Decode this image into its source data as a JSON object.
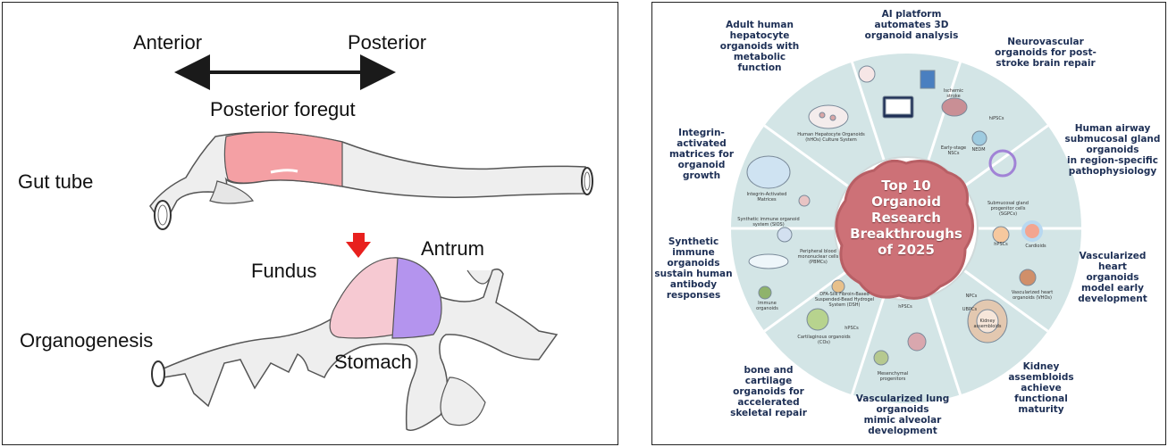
{
  "left_panel": {
    "labels": {
      "anterior": "Anterior",
      "posterior": "Posterior",
      "posterior_foregut": "Posterior foregut",
      "gut_tube": "Gut tube",
      "fundus": "Fundus",
      "antrum": "Antrum",
      "organogenesis": "Organogenesis",
      "stomach": "Stomach"
    },
    "colors": {
      "tube": "#eeeeee",
      "foregut": "#f4a0a4",
      "fundus": "#f6c9d2",
      "antrum": "#b494ee",
      "marker": "#e8201e"
    }
  },
  "right_panel": {
    "center_title": [
      "Top 10",
      "Organoid",
      "Research",
      "Breakthroughs",
      "of 2025"
    ],
    "captions": [
      [
        "Adult human",
        "hepatocyte",
        "organoids with",
        "metabolic",
        "function"
      ],
      [
        "AI platform",
        "automates 3D",
        "organoid analysis"
      ],
      [
        "Neurovascular",
        "organoids for post-",
        "stroke brain repair"
      ],
      [
        "Human airway",
        "submucosal gland",
        "organoids",
        "in region-specific",
        "pathophysiology"
      ],
      [
        "Vascularized",
        "heart",
        "organoids",
        "model early",
        "development"
      ],
      [
        "Kidney",
        "assembloids",
        "achieve",
        "functional",
        "maturity"
      ],
      [
        "Vascularized lung",
        "organoids",
        "mimic alveolar",
        "development"
      ],
      [
        "bone and",
        "cartilage",
        "organoids for",
        "accelerated",
        "skeletal repair"
      ],
      [
        "Synthetic",
        "immune",
        "organoids",
        "sustain human",
        "antibody",
        "responses"
      ],
      [
        "Integrin-",
        "activated",
        "matrices for",
        "organoid",
        "growth"
      ]
    ],
    "ring_labels": {
      "hepatocyte": "Human Hepatocyte Organoids (hHOs) Culture System",
      "integrin": "Integrin-Activated Matrices",
      "immune_top": "Synthetic immune organoid system (SIOS)",
      "immune_a": "Peripheral blood mononuclear cells (PBMCs)",
      "immune_b": "Immune organoids",
      "cartilage_top": "DFA-Silk Fibroin-Based Suspended-Bead Hydrogel System (DSH)",
      "cartilage_a": "Cartilaginous organoids (COs)",
      "cartilage_b": "hPSCs",
      "lung_a": "hPSCs",
      "lung_b": "Mesenchymal progenitors",
      "kidney_a": "NPCs",
      "kidney_b": "UBPCs",
      "kidney_c": "Kidney assembloids",
      "heart_a": "hPSCs",
      "heart_b": "Cardioids",
      "heart_c": "Vascularized heart organoids (VHOs)",
      "neuro_a": "Ischemic stroke",
      "neuro_b": "hiPSCs",
      "neuro_c": "NEDM",
      "neuro_d": "Early-stage NSCs",
      "airway_a": "Submucosal gland progenitor cells (SGPCs)"
    },
    "colors": {
      "ring": "#d3e5e6",
      "inner_ring": "#ffffff",
      "center": "#cd7177",
      "center_dark": "#b85f65",
      "caption": "#1d2f55"
    }
  }
}
